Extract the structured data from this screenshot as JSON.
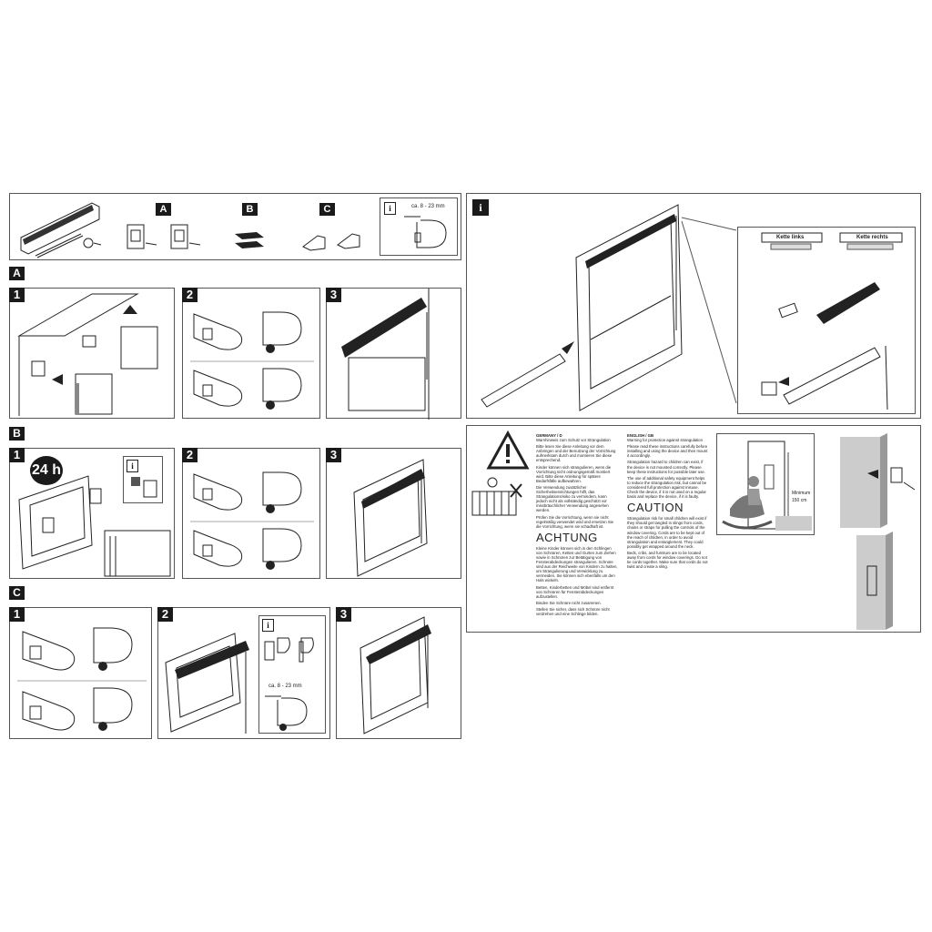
{
  "parts": {
    "tags": [
      "A",
      "B",
      "C"
    ],
    "info_icon": "i",
    "dimension": "ca. 8 - 23 mm"
  },
  "sections": {
    "A": {
      "label": "A",
      "steps": [
        "1",
        "2",
        "3"
      ]
    },
    "B": {
      "label": "B",
      "steps": [
        "1",
        "2",
        "3"
      ],
      "badge": "24 h",
      "info_icon": "i"
    },
    "C": {
      "label": "C",
      "steps": [
        "1",
        "2",
        "3"
      ],
      "info_icon": "i",
      "dimension": "ca. 8 - 23 mm"
    }
  },
  "chain": {
    "info_icon": "i",
    "left_label": "Kette links",
    "right_label": "Kette rechts"
  },
  "safety": {
    "de": {
      "lang": "GERMANY / D",
      "title": "Warnhinweis zum Schutz vor Strangulation",
      "p1": "Bitte lesen Sie diese Anleitung vor dem Anbringen und der Benutzung der Vorrichtung aufmerksam durch und montieren Sie diese entsprechend.",
      "p2": "Kinder können sich strangulieren, wenn die Vorrichtung nicht ordnungsgemäß montiert wird. Bitte diese Anleitung für spätere Bedarfsfälle aufbewahren.",
      "p3": "Die Verwendung zusätzlicher Sicherheitseinrichtungen hilft, das Strangulationsrisiko zu vermindern, kann jedoch nicht als vollständig geschützt vor missbräuchlicher Verwendung angesehen werden.",
      "p4": "Prüfen Sie die Vorrichtung, wenn sie nicht regelmäßig verwendet wird und ersetzen Sie die Vorrichtung, wenn sie schadhaft ist.",
      "heading": "ACHTUNG",
      "w1": "Kleine Kinder können sich in den Schlingen von Schnüren, Ketten und Gurten zum Ziehen sowie in Schnüren zur Betätigung von Fensterabdeckungen strangulieren. Schnüre sind aus der Reichweite von Kindern zu halten, um Strangulierung und Verwicklung zu vermeiden. Sie können sich ebenfalls um den Hals wickeln.",
      "w2": "Betten, Kinderbetten und Möbel sind entfernt von Schnüren für Fensterabdeckungen aufzustellen.",
      "w3": "Binden Sie Schnüre nicht zusammen.",
      "w4": "Stellen Sie sicher, dass sich Schnüre nicht verdrehen und eine Schlinge bilden."
    },
    "en": {
      "lang": "ENGLISH / GB",
      "title": "Warning for protection against strangulation",
      "p1": "Please read these instructions carefully before installing and using the device and then mount it accordingly.",
      "p2": "Strangulation hazard to children can exist, if the device is not mounted correctly. Please keep these instructions for possible later use.",
      "p3": "The use of additional safety equipment helps to reduce the strangulation risk, but cannot be considered full protection against misuse. Check the device, if it is not used on a regular basis and replace the device, if it is faulty.",
      "heading": "CAUTION",
      "w1": "Strangulation risk for small children will exist if they should get tangled in slings from cords, chains or straps for pulling the controls of the window covering. Cords are to be kept out of the reach of children, in order to avoid strangulation and entanglement. They could possibly get wrapped around the neck.",
      "w2": "Beds, cribs, and furniture are to be located away from cords for window coverings. Do not tie cords together. Make sure that cords do not twist and create a sling."
    },
    "minimum_label": "Minimum",
    "minimum_value": "150 cm"
  }
}
